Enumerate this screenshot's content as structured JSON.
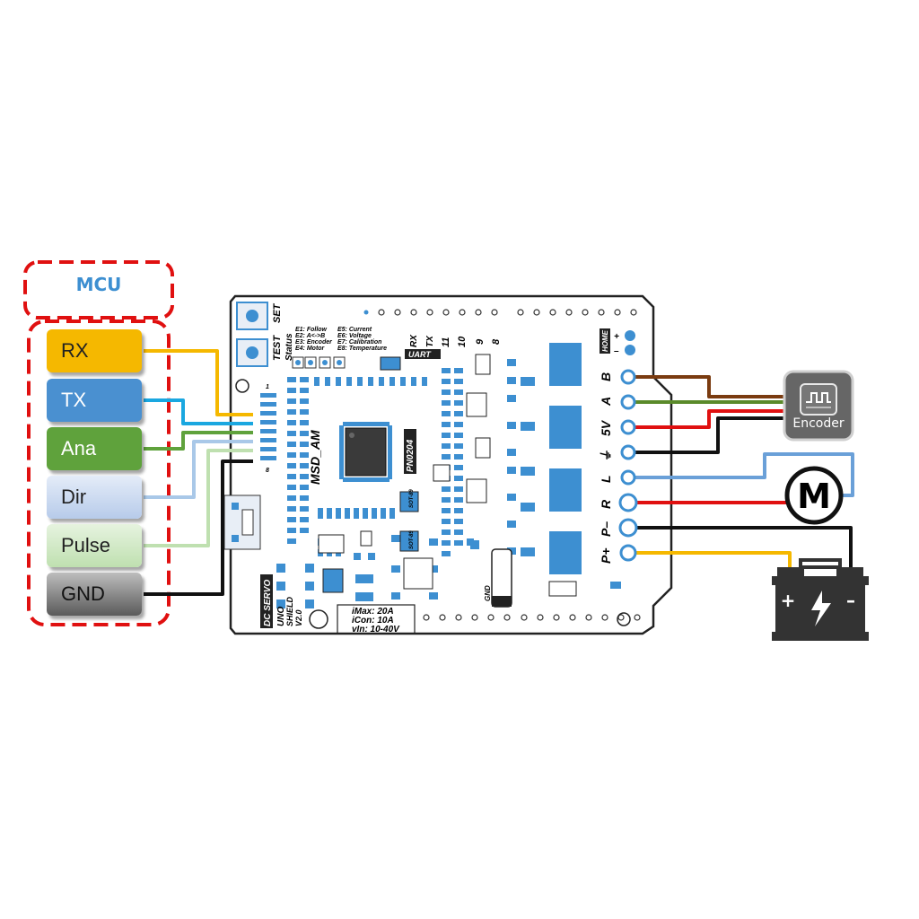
{
  "mcu": {
    "title": "MCU",
    "pins": [
      {
        "label": "RX",
        "color": "#f5b800"
      },
      {
        "label": "TX",
        "color": "#4a90d0"
      },
      {
        "label": "Ana",
        "color": "#5fa23c"
      },
      {
        "label": "Dir",
        "color": "#c9d8f0"
      },
      {
        "label": "Pulse",
        "color": "#cfe8c4"
      },
      {
        "label": "GND",
        "color": "#5a5a5a"
      }
    ]
  },
  "board": {
    "chip": "MSD_AM",
    "part_number": "PN0204",
    "buttons": [
      "TEST",
      "SET"
    ],
    "status_label": "Status",
    "error_codes_left": [
      "E1: Follow",
      "E2: A<->B",
      "E3: Encoder",
      "E4: Motor"
    ],
    "error_codes_right": [
      "E5: Current",
      "E6: Voltage",
      "E7: Calibration",
      "E8: Temperature"
    ],
    "uart_pins": [
      "RX",
      "TX"
    ],
    "uart_label": "UART",
    "digital_pins": [
      "11",
      "10",
      "9",
      "8"
    ],
    "home_label": "HOME",
    "home_signs": [
      "+",
      "–"
    ],
    "right_pins": [
      "B",
      "A",
      "5V",
      "⏚",
      "L",
      "R",
      "P–",
      "P+"
    ],
    "header_pins": [
      "1",
      "8"
    ],
    "gnd_label": "GND",
    "sot_labels": [
      "SOT-89",
      "SOT-89"
    ],
    "brand_lines": [
      "DC SERVO",
      "UNO",
      "SHIELD",
      "V2.0"
    ],
    "specs": [
      "iMax: 20A",
      "iCon: 10A",
      "vIn: 10-40V"
    ]
  },
  "encoder": {
    "label": "Encoder"
  },
  "motor": {
    "label": "M"
  },
  "battery": {
    "plus": "+",
    "minus": "–"
  },
  "wire_colors": {
    "rx": "#f5b800",
    "tx": "#1aa7e0",
    "ana": "#5fa23c",
    "dir": "#a9c8e8",
    "pulse": "#bfe0b0",
    "gnd": "#111111",
    "encoder_b": "#7a3b10",
    "encoder_a": "#5a8a2a",
    "power5v": "#e01010",
    "ground": "#111111",
    "motor_l": "#6aa0d8",
    "motor_r": "#e01010",
    "p_minus": "#111111",
    "p_plus": "#f5b800"
  }
}
